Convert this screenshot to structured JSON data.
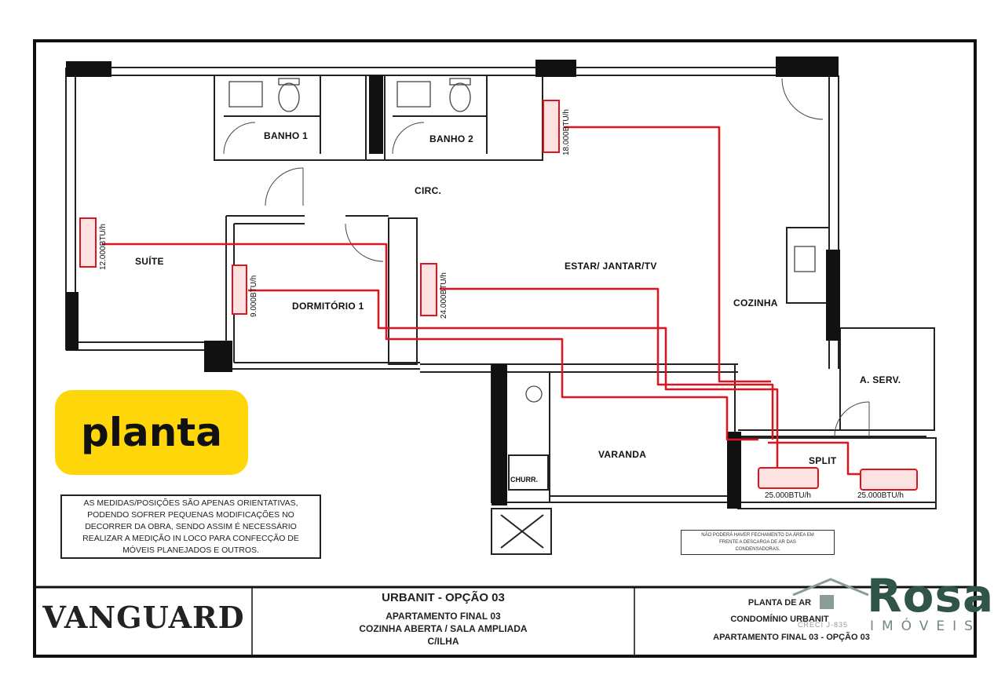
{
  "rooms": {
    "banho1": "BANHO 1",
    "banho2": "BANHO 2",
    "circ": "CIRC.",
    "suite": "SUÍTE",
    "dormitorio1": "DORMITÓRIO 1",
    "estar": "ESTAR/ JANTAR/TV",
    "cozinha": "COZINHA",
    "aserv": "A. SERV.",
    "varanda": "VARANDA",
    "split": "SPLIT",
    "churr": "CHURR."
  },
  "ac_units": {
    "suite": "12.000BTU/h",
    "dormitorio": "9.000BTU/h",
    "estar": "24.000BTU/h",
    "circ": "18.000BTU/h",
    "split_left": "25.000BTU/h",
    "split_right": "25.000BTU/h"
  },
  "badge": "planta",
  "note_lines": [
    "AS MEDIDAS/POSIÇÕES SÃO APENAS ORIENTATIVAS,",
    "PODENDO SOFRER PEQUENAS MODIFICAÇÕES NO",
    "DECORRER DA OBRA, SENDO ASSIM É NECESSÁRIO",
    "REALIZAR A MEDIÇÃO IN LOCO PARA CONFECÇÃO DE",
    "MÓVEIS PLANEJADOS E OUTROS."
  ],
  "warning_lines": [
    "NÃO PODERÁ HAVER FECHAMENTO DA ÁREA EM",
    "FRENTE A DESCARGA DE AR DAS",
    "CONDENSADORAS."
  ],
  "title_block": {
    "brand": "VANGUARD",
    "project_title": "URBANIT - OPÇÃO 03",
    "project_lines": [
      "APARTAMENTO FINAL 03",
      "COZINHA ABERTA / SALA AMPLIADA",
      "C/ILHA"
    ],
    "sheet_lines": [
      "PLANTA DE AR",
      "CONDOMÍNIO URBANIT",
      "APARTAMENTO FINAL 03 - OPÇÃO 03"
    ]
  },
  "watermark": {
    "name": "Rosa",
    "sub": "IMÓVEIS",
    "creci": "CRECI J-835"
  },
  "colors": {
    "pipe": "#e0141e",
    "wall": "#111111",
    "badge": "#ffd60a",
    "watermark": "#2f5448"
  }
}
